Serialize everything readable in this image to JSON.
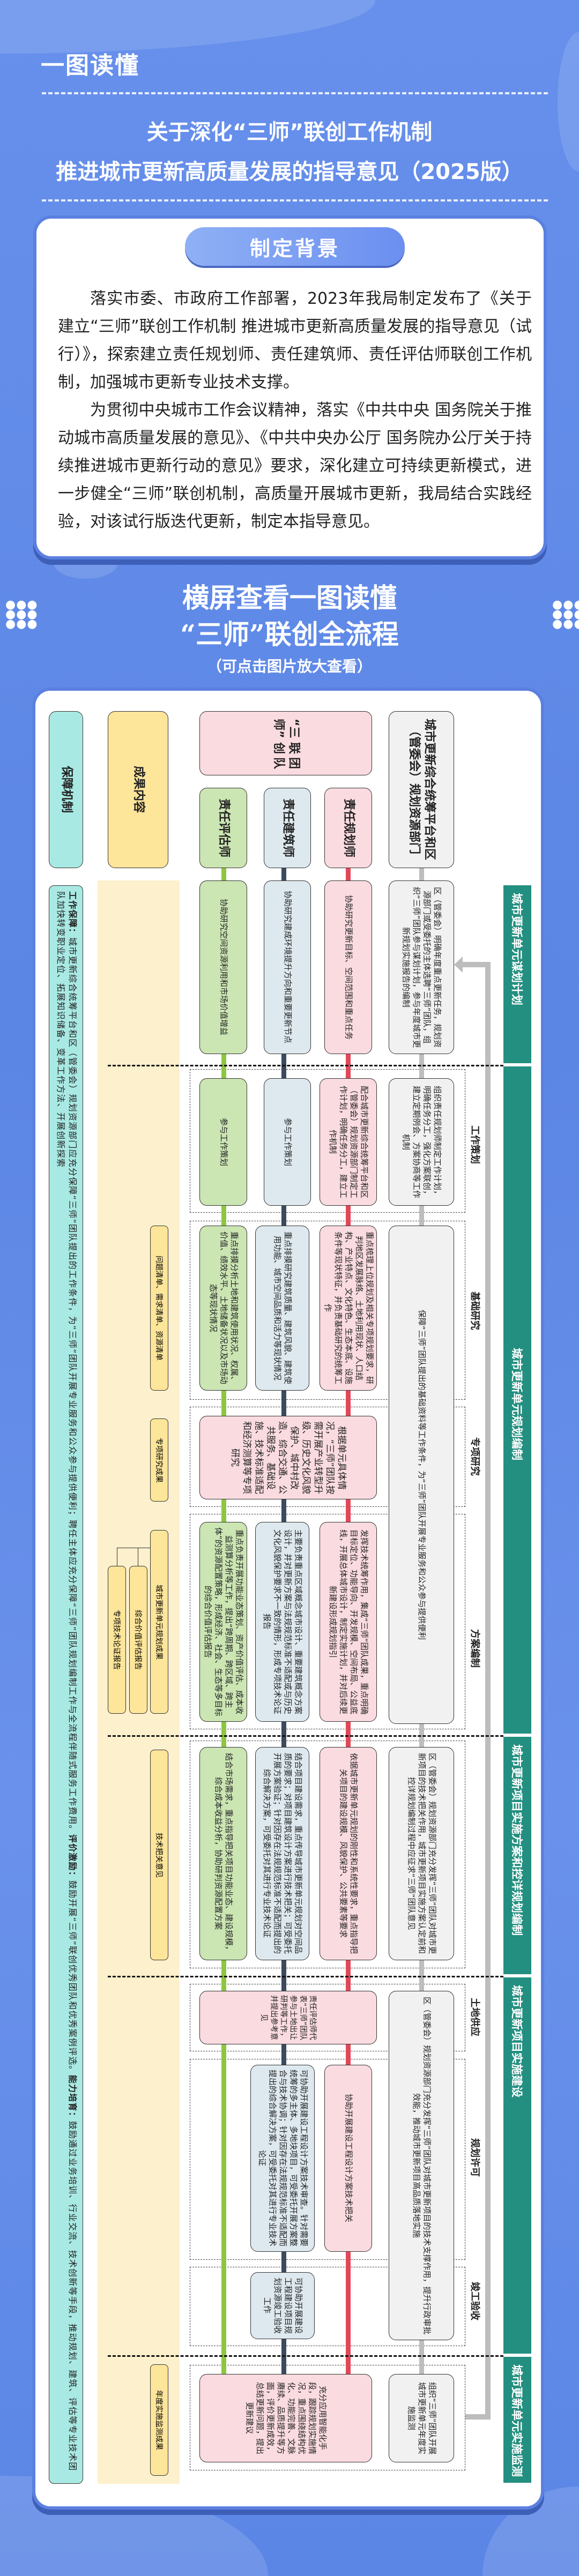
{
  "header": {
    "section_label": "一图读懂",
    "title_line1": "关于深化“三师”联创工作机制",
    "title_line2": "推进城市更新高质量发展的指导意见（2025版）"
  },
  "background": {
    "heading": "制定背景",
    "paragraphs": [
      "落实市委、市政府工作部署，2023年我局制定发布了《关于建立“三师”联创工作机制  推进城市更新高质量发展的指导意见（试行）》，探索建立责任规划师、责任建筑师、责任评估师联创工作机制，加强城市更新专业技术支撑。",
      "为贯彻中央城市工作会议精神，落实《中共中央 国务院关于推动城市高质量发展的意见》、《中共中央办公厅  国务院办公厅关于持续推进城市更新行动的意见》要求，深化建立可持续更新模式，进一步健全“三师”联创机制，高质量开展城市更新，我局结合实践经验，对该试行版迭代更新，制定本指导意见。"
    ]
  },
  "intro": {
    "line1": "横屏查看一图读懂",
    "line2": "“三师”联创全流程",
    "hint": "（可点击图片放大查看）"
  },
  "flowchart": {
    "headers": {
      "guarantee": "保障机制",
      "results": "成果内容",
      "team": [
        "“三师”",
        "联创",
        "团队"
      ],
      "evaluator": [
        "责任",
        "评估师"
      ],
      "architect": [
        "责任",
        "建筑师"
      ],
      "planner": [
        "责任",
        "规划师"
      ],
      "platform": "城市更新综合统筹平台和区（管委会）规划资源部门"
    },
    "guarantee": [
      {
        "label": "工作保障：",
        "text": "城市更新综合统筹平台和区（管委会）规划资源部门应充分保障“三师”团队提出的工作条件，为“三师”团队开展专业服务和公众参与提供便利；聘任主体应充分保障“三师”团队规划编制工作与全流程伴随式服务工作费用。"
      },
      {
        "label": "评价激励：",
        "text": "鼓励开展“三师”联创优秀团队和优秀案例评选。"
      },
      {
        "label": "能力培育：",
        "text": "鼓励通过业务培训、行业交流、技术创新等手段，推动规划、建筑、评估等专业技术团队加快转变职业定位、拓展知识储备、变革工作方法、开展创新探索"
      }
    ],
    "stages": [
      "城市更新单元谋划计划",
      "城市更新单元规划编制",
      "城市更新项目实施方案和控详规划编制",
      "城市更新项目实施建设",
      "城市更新单元实施监测"
    ],
    "substages": [
      "工作策划",
      "基础研究",
      "专项研究",
      "方案编制",
      "土地供应",
      "规划许可",
      "竣工验收"
    ],
    "results": [
      "问题清单、需求清单、资源清单",
      "专项研究成果",
      "城市更新单元规划成果",
      "综合价值评估报告",
      "专项技术论证报告",
      "技术把关意见",
      "年度实施监测成果"
    ],
    "plan": {
      "platform": "区（管委会）明确年度重点更新任务，规划资源部门或受委托的主体选聘“三师”团队，组织“三师”团队参与谋划计划，参与年度城市更新规划实施报告的编制",
      "planner": "协助研究更新目标、空间范围和重点任务",
      "architect": "协助研究建成环境提升方向和重要更新节点",
      "evaluator": "协助研究空间资源利用和市场价值增益"
    },
    "work_planning": {
      "platform": "组织责任规划师制定工作计划，明确任务分工，强化方案联创，建立定期例会、方案协商等工作机制",
      "planner": "配合城市更新综合统筹平台和区（管委会）规划资源部门制定工作计划，明确任务分工，建立工作机制",
      "architect": "参与工作策划",
      "evaluator": "参与工作策划"
    },
    "basic_research": {
      "platform": "保障“三师”团队提出的基础资料等工作条件，为“三师”团队开展专业服务和公众参与提供便利",
      "planner": "重点梳理上位规划及相关专项规划要求，研判地区发展脉络、土地利用现状、人口结构、产业特点、文化特色、生态本底、设施条件等现状特征，并负责基础研究的统筹工作",
      "architect": "重点排摸研究建筑质量、建筑风貌、建筑使用功能、城市空间品质和活力等现状情况",
      "evaluator": "重点排摸分析土地和建筑使用状况、权属、价值、绩效水平、土地储备状况以及市场动态等现状情况"
    },
    "special_research": {
      "team": "根据单元具体情况，“三师”团队按需开展产业转型升级、历史文化风貌保护、城中村改造、综合交通、公共服务、基础设施、技术标准适配和经济测算等专项研究"
    },
    "scheme": {
      "planner": "发挥技术统筹作用，集成“三师”团队成果，重点明确目标定位、功能导向、开发规模、空间布局、公益底线，开展总体城市设计，制定实施计划，并对后续更新建设形成规划指引",
      "architect": "主要负责重点区域概念城市设计、重要建筑概念方案设计，并对更新方案与法规规范标准不适配或与历史文化风貌保护要求不一致的情形，形成专项技术论证报告",
      "evaluator": "重点负责开展功能业态策划、资产价值评估、成本收益测算分析等工作，提出“跨周期、跨区域、跨主体”的资源配置策略，形成经济、社会、生态等多目标的综合价值评估报告"
    },
    "implementation": {
      "platform": "区（管委会）规划资源部门充分发挥“三师”团队对城市更新项目的技术把关作用，城市更新项目实施方案认定前和控详规划编制过程中应征求“三师”团队意见",
      "planner": "依据城市更新单元规划的刚性和系统性要求，重点指导把关项目的建设规模、风貌保护、公共要素等要求",
      "architect": "结合项目建设需求，重点传导城市更新单元规划对空间品质的要求；对项目建筑设计方案进行技术把关；可受委托开展方案验证；针对因存在法规规范标准不适配而提出的综合解决方案，可受委托对其进行专业技术论证",
      "evaluator": "结合市场需求，重点指导把关项目功能业态、建设规模，综合成本收益分析，协助研判资源配置方案"
    },
    "construction": {
      "land_team": "责任评估师代表“三师”团队参与土地出让研判等工作，并提出参考意见",
      "platform": "区（管委会）规划资源部门充分发挥“三师”团队对城市更新项目的技术支撑作用，提升行政审批效能，推动城市更新项目高品质落地实施",
      "permit_architect": "可协助开展建设工程设计方案技术审查。针对需要统筹的多主体、多地块项目，可受委托开展方案整合与技术协调；针对因存在法规规范标准不适配而提出的综合解决方案，可受委托对其进行专业技术论证",
      "permit_planner": "协助开展建设工程设计方案技术把关",
      "acceptance_architect": "可协助开展建设工程建设项目规划资源竣工验收工作"
    },
    "monitoring": {
      "team": "充分应用智能化手段，跟踪规划实施情况，重点围绕结构优化、功能完善、文脉赓续、品质提升等方面，评价更新成效，总结更新问题，提出更新建议",
      "platform": "组织“三师”团队开展城市更新单元年度实施监测"
    }
  },
  "colors": {
    "background": "#5c86e4",
    "stage": "#238f80",
    "guarantee": "#a9e9e3",
    "results": "#fde59a",
    "planner": "#e0485a",
    "architect": "#3c4a5e",
    "evaluator": "#8dc63f",
    "platform": "#bdbdbd"
  }
}
